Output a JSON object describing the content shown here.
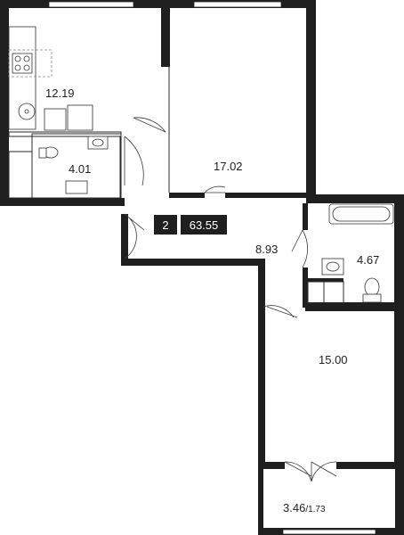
{
  "summary": {
    "rooms": "2",
    "total_area": "63.55"
  },
  "rooms": {
    "kitchen": "12.19",
    "bathroom_small": "4.01",
    "living_room": "17.02",
    "hallway": "8.93",
    "bathroom": "4.67",
    "bedroom": "15.00",
    "balcony": "3.46",
    "balcony_reduced": "/1.73"
  }
}
